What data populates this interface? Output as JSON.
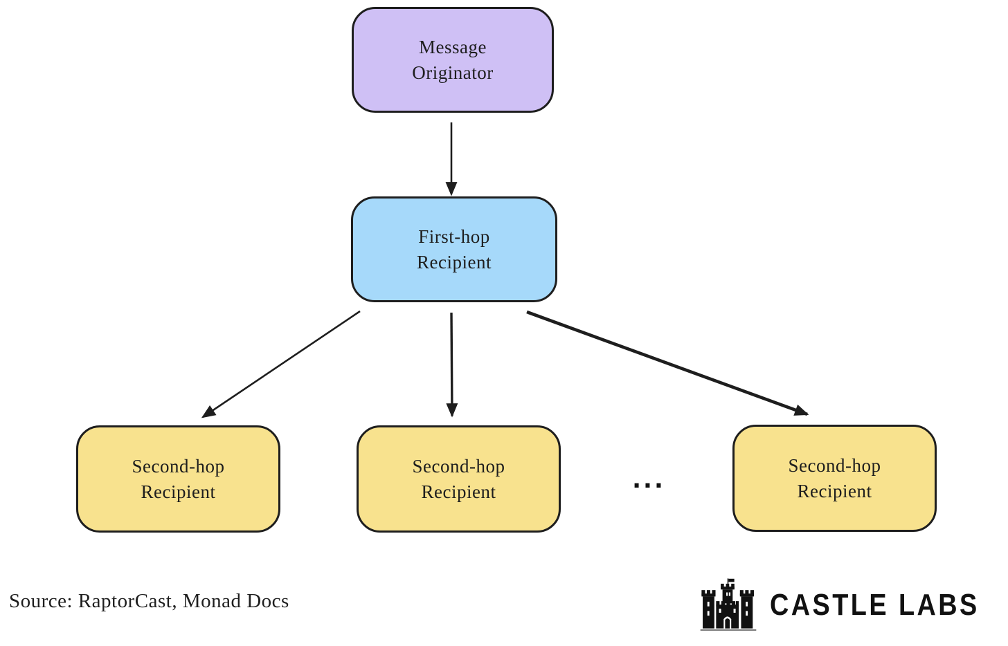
{
  "diagram": {
    "title_hint": "RaptorCast two-hop message propagation",
    "stroke_color": "#1e1e1e",
    "background_color": "#ffffff",
    "nodes": [
      {
        "id": "message-originator",
        "label": "Message\nOriginator",
        "fill": "#cfc0f5"
      },
      {
        "id": "first-hop-recipient",
        "label": "First-hop\nRecipient",
        "fill": "#a6d9fa"
      },
      {
        "id": "second-hop-recipient-1",
        "label": "Second-hop\nRecipient",
        "fill": "#f8e28e"
      },
      {
        "id": "second-hop-recipient-2",
        "label": "Second-hop\nRecipient",
        "fill": "#f8e28e"
      },
      {
        "id": "second-hop-recipient-3",
        "label": "Second-hop\nRecipient",
        "fill": "#f8e28e"
      }
    ],
    "edges": [
      {
        "from": "message-originator",
        "to": "first-hop-recipient"
      },
      {
        "from": "first-hop-recipient",
        "to": "second-hop-recipient-1"
      },
      {
        "from": "first-hop-recipient",
        "to": "second-hop-recipient-2"
      },
      {
        "from": "first-hop-recipient",
        "to": "second-hop-recipient-3"
      }
    ],
    "ellipsis": "..."
  },
  "footer": {
    "source_note": "Source: RaptorCast, Monad Docs",
    "brand_icon": "castle-icon",
    "brand_name": "CASTLE LABS",
    "brand_color": "#111111"
  }
}
